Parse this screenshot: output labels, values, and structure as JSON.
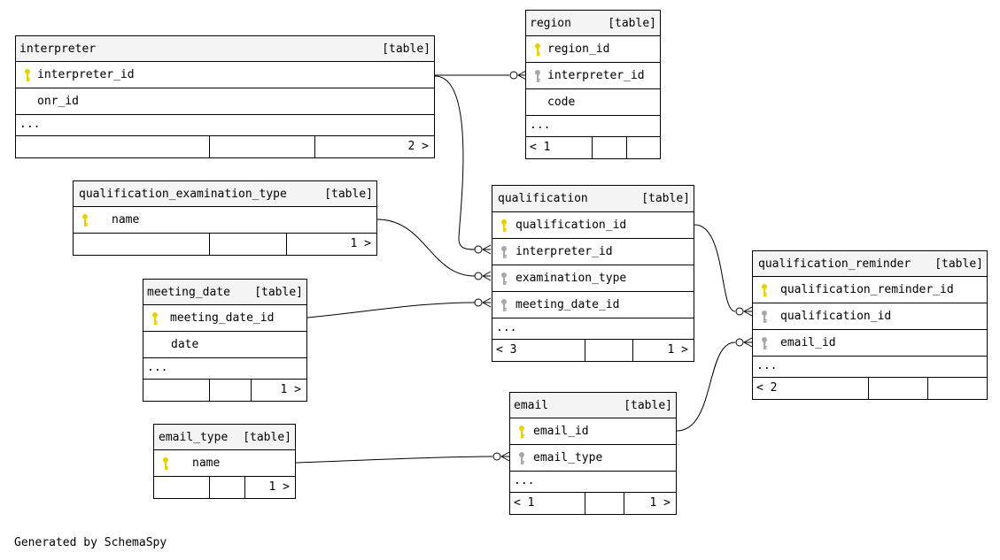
{
  "footer_text": "Generated by SchemaSpy",
  "colors": {
    "primary_key": "#e8cf00",
    "foreign_key": "#a8a8a8",
    "header_bg": "#f4f4f4"
  },
  "tables": {
    "interpreter": {
      "name": "interpreter",
      "type": "[table]",
      "columns": [
        {
          "name": "interpreter_id",
          "key": "primary-key-icon"
        },
        {
          "name": "onr_id",
          "key": ""
        }
      ],
      "ellipsis": "...",
      "footer": {
        "left": "",
        "right": "2 >"
      }
    },
    "region": {
      "name": "region",
      "type": "[table]",
      "columns": [
        {
          "name": "region_id",
          "key": "primary-key-icon"
        },
        {
          "name": "interpreter_id",
          "key": "foreign-key-icon"
        },
        {
          "name": "code",
          "key": ""
        }
      ],
      "ellipsis": "...",
      "footer": {
        "left": "< 1",
        "right": ""
      }
    },
    "qualification_examination_type": {
      "name": "qualification_examination_type",
      "type": "[table]",
      "columns": [
        {
          "name": "name",
          "key": "primary-key-icon"
        }
      ],
      "footer": {
        "left": "",
        "right": "1 >"
      }
    },
    "qualification": {
      "name": "qualification",
      "type": "[table]",
      "columns": [
        {
          "name": "qualification_id",
          "key": "primary-key-icon"
        },
        {
          "name": "interpreter_id",
          "key": "foreign-key-icon"
        },
        {
          "name": "examination_type",
          "key": "foreign-key-icon"
        },
        {
          "name": "meeting_date_id",
          "key": "foreign-key-icon"
        }
      ],
      "ellipsis": "...",
      "footer": {
        "left": "< 3",
        "right": "1 >"
      }
    },
    "meeting_date": {
      "name": "meeting_date",
      "type": "[table]",
      "columns": [
        {
          "name": "meeting_date_id",
          "key": "primary-key-icon"
        },
        {
          "name": "date",
          "key": ""
        }
      ],
      "ellipsis": "...",
      "footer": {
        "left": "",
        "right": "1 >"
      }
    },
    "qualification_reminder": {
      "name": "qualification_reminder",
      "type": "[table]",
      "columns": [
        {
          "name": "qualification_reminder_id",
          "key": "primary-key-icon"
        },
        {
          "name": "qualification_id",
          "key": "foreign-key-icon"
        },
        {
          "name": "email_id",
          "key": "foreign-key-icon"
        }
      ],
      "ellipsis": "...",
      "footer": {
        "left": "< 2",
        "right": ""
      }
    },
    "email": {
      "name": "email",
      "type": "[table]",
      "columns": [
        {
          "name": "email_id",
          "key": "primary-key-icon"
        },
        {
          "name": "email_type",
          "key": "foreign-key-icon"
        }
      ],
      "ellipsis": "...",
      "footer": {
        "left": "< 1",
        "right": "1 >"
      }
    },
    "email_type": {
      "name": "email_type",
      "type": "[table]",
      "columns": [
        {
          "name": "name",
          "key": "primary-key-icon"
        }
      ],
      "footer": {
        "left": "",
        "right": "1 >"
      }
    }
  },
  "relationships": [
    {
      "from": "region.interpreter_id",
      "to": "interpreter.interpreter_id"
    },
    {
      "from": "qualification.interpreter_id",
      "to": "interpreter.interpreter_id"
    },
    {
      "from": "qualification.examination_type",
      "to": "qualification_examination_type.name"
    },
    {
      "from": "qualification.meeting_date_id",
      "to": "meeting_date.meeting_date_id"
    },
    {
      "from": "qualification_reminder.qualification_id",
      "to": "qualification.qualification_id"
    },
    {
      "from": "qualification_reminder.email_id",
      "to": "email.email_id"
    },
    {
      "from": "email.email_type",
      "to": "email_type.name"
    }
  ]
}
